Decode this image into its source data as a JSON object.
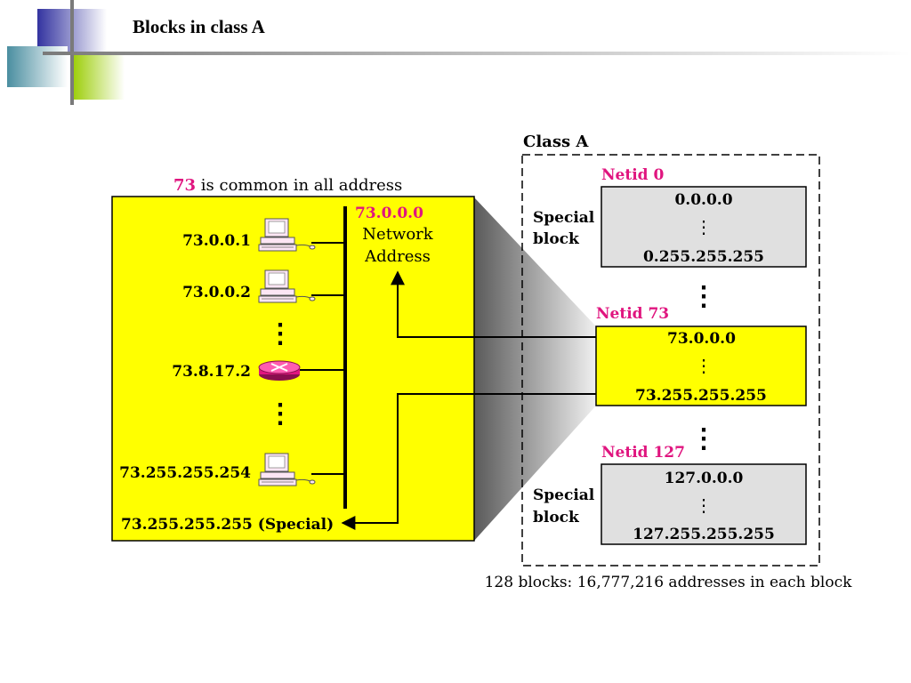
{
  "slide": {
    "title": "Blocks in class A"
  },
  "left_panel": {
    "heading_prefix": "73",
    "heading_rest": " is common in all address",
    "network_address_value": "73.0.0.0",
    "network_address_line1": "Network",
    "network_address_line2": "Address",
    "hosts": [
      {
        "label": "73.0.0.1",
        "device": "computer-icon"
      },
      {
        "label": "73.0.0.2",
        "device": "computer-icon"
      },
      {
        "label": "73.8.17.2",
        "device": "router-icon"
      },
      {
        "label": "73.255.255.254",
        "device": "computer-icon"
      }
    ],
    "special_label": "73.255.255.255 (Special)",
    "ellipsis": "⋮"
  },
  "class_a": {
    "title": "Class A",
    "blocks": [
      {
        "netid": "Netid 0",
        "side_line1": "Special",
        "side_line2": "block",
        "first": "0.0.0.0",
        "last": "0.255.255.255"
      },
      {
        "netid": "Netid 73",
        "side_line1": "",
        "side_line2": "",
        "first": "73.0.0.0",
        "last": "73.255.255.255"
      },
      {
        "netid": "Netid 127",
        "side_line1": "Special",
        "side_line2": "block",
        "first": "127.0.0.0",
        "last": "127.255.255.255"
      }
    ],
    "ellipsis": "⋮",
    "caption": "128 blocks: 16,777,216 addresses in each block"
  },
  "colors": {
    "accent": "#e0157f",
    "highlight": "#ffff00",
    "block_gray": "#e0e0e0",
    "deco_blue": "#3333a0",
    "deco_green": "#99cc00",
    "deco_teal": "#4a8ea0"
  }
}
